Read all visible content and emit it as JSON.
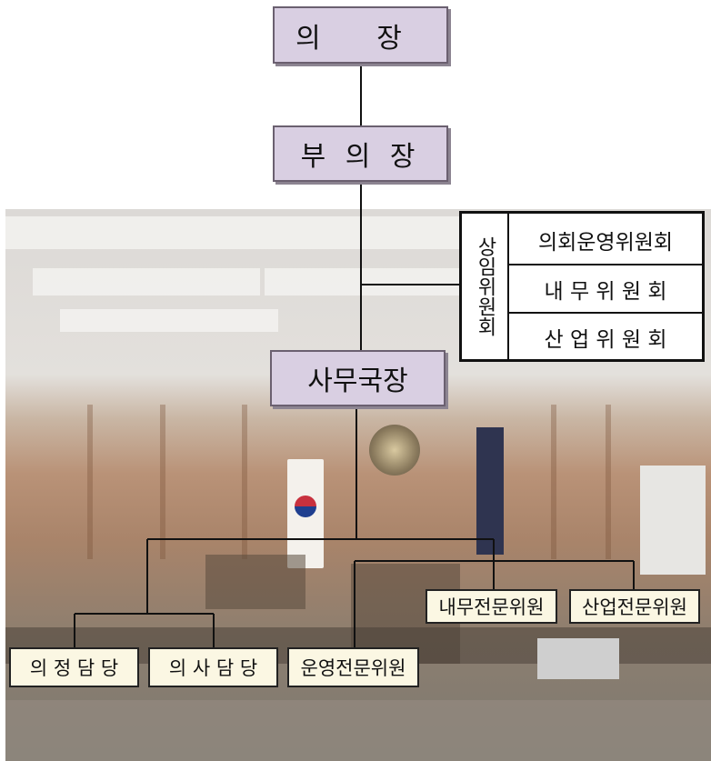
{
  "org_chart": {
    "chairman": "의 장",
    "vice_chairman": "부 의 장",
    "secretary_general": "사무국장",
    "standing_committees": {
      "label": "상임위원회",
      "items": [
        "의회운영위원회",
        "내 무 위 원 회",
        "산 업 위 원 회"
      ]
    },
    "units": {
      "proceedings": "의 정 담 당",
      "affairs": "의 사 담 당",
      "operations_specialist": "운영전문위원",
      "home_affairs_specialist": "내무전문위원",
      "industry_specialist": "산업전문위원"
    }
  }
}
